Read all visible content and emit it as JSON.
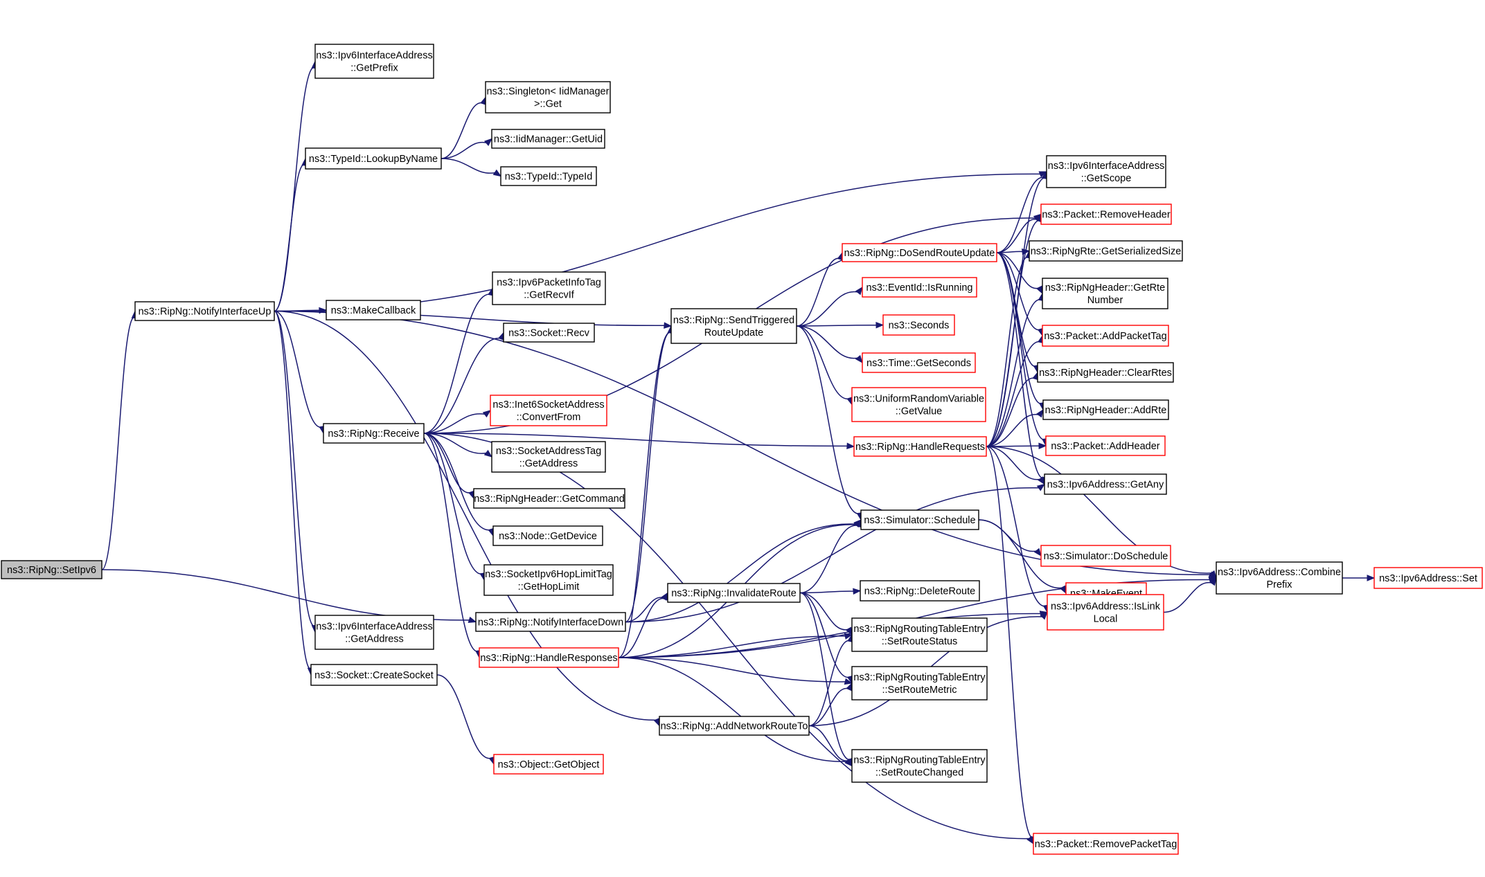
{
  "colors": {
    "edge": "#191970",
    "border_default": "#000000",
    "border_truncated": "#ff0000",
    "root_fill": "#bfbfbf",
    "node_fill": "#ffffff"
  },
  "nodes": [
    {
      "id": "setipv6",
      "lines": [
        "ns3::RipNg::SetIpv6"
      ],
      "style": "root"
    },
    {
      "id": "notifyup",
      "lines": [
        "ns3::RipNg::NotifyInterfaceUp"
      ],
      "style": "normal"
    },
    {
      "id": "ifaddr_getprefix",
      "lines": [
        "ns3::Ipv6InterfaceAddress",
        "::GetPrefix"
      ],
      "style": "normal"
    },
    {
      "id": "singleton_get",
      "lines": [
        "ns3::Singleton< IidManager",
        ">::Get"
      ],
      "style": "normal"
    },
    {
      "id": "lookupbyname",
      "lines": [
        "ns3::TypeId::LookupByName"
      ],
      "style": "normal"
    },
    {
      "id": "iid_getuid",
      "lines": [
        "ns3::IidManager::GetUid"
      ],
      "style": "normal"
    },
    {
      "id": "typeid_typeid",
      "lines": [
        "ns3::TypeId::TypeId"
      ],
      "style": "normal"
    },
    {
      "id": "makecallback",
      "lines": [
        "ns3::MakeCallback"
      ],
      "style": "normal"
    },
    {
      "id": "receive",
      "lines": [
        "ns3::RipNg::Receive"
      ],
      "style": "normal"
    },
    {
      "id": "pkttag_getrecvif",
      "lines": [
        "ns3::Ipv6PacketInfoTag",
        "::GetRecvIf"
      ],
      "style": "normal"
    },
    {
      "id": "socket_recv",
      "lines": [
        "ns3::Socket::Recv"
      ],
      "style": "normal"
    },
    {
      "id": "inet6_convertfrom",
      "lines": [
        "ns3::Inet6SocketAddress",
        "::ConvertFrom"
      ],
      "style": "truncated"
    },
    {
      "id": "sockaddrtag_getaddr",
      "lines": [
        "ns3::SocketAddressTag",
        "::GetAddress"
      ],
      "style": "normal"
    },
    {
      "id": "hdr_getcommand",
      "lines": [
        "ns3::RipNgHeader::GetCommand"
      ],
      "style": "normal"
    },
    {
      "id": "node_getdevice",
      "lines": [
        "ns3::Node::GetDevice"
      ],
      "style": "normal"
    },
    {
      "id": "hoplimit_get",
      "lines": [
        "ns3::SocketIpv6HopLimitTag",
        "::GetHopLimit"
      ],
      "style": "normal"
    },
    {
      "id": "notifydown",
      "lines": [
        "ns3::RipNg::NotifyInterfaceDown"
      ],
      "style": "normal"
    },
    {
      "id": "handleresponses",
      "lines": [
        "ns3::RipNg::HandleResponses"
      ],
      "style": "truncated"
    },
    {
      "id": "ifaddr_getaddress",
      "lines": [
        "ns3::Ipv6InterfaceAddress",
        "::GetAddress"
      ],
      "style": "normal"
    },
    {
      "id": "createsocket",
      "lines": [
        "ns3::Socket::CreateSocket"
      ],
      "style": "normal"
    },
    {
      "id": "object_getobject",
      "lines": [
        "ns3::Object::GetObject"
      ],
      "style": "truncated"
    },
    {
      "id": "sendtriggered",
      "lines": [
        "ns3::RipNg::SendTriggered",
        "RouteUpdate"
      ],
      "style": "normal"
    },
    {
      "id": "invalidateroute",
      "lines": [
        "ns3::RipNg::InvalidateRoute"
      ],
      "style": "normal"
    },
    {
      "id": "addnetworkroute",
      "lines": [
        "ns3::RipNg::AddNetworkRouteTo"
      ],
      "style": "normal"
    },
    {
      "id": "dosendrouteupdate",
      "lines": [
        "ns3::RipNg::DoSendRouteUpdate"
      ],
      "style": "truncated"
    },
    {
      "id": "eventid_isrunning",
      "lines": [
        "ns3::EventId::IsRunning"
      ],
      "style": "truncated"
    },
    {
      "id": "seconds",
      "lines": [
        "ns3::Seconds"
      ],
      "style": "truncated"
    },
    {
      "id": "time_getseconds",
      "lines": [
        "ns3::Time::GetSeconds"
      ],
      "style": "truncated"
    },
    {
      "id": "urv_getvalue",
      "lines": [
        "ns3::UniformRandomVariable",
        "::GetValue"
      ],
      "style": "truncated"
    },
    {
      "id": "handlerequests",
      "lines": [
        "ns3::RipNg::HandleRequests"
      ],
      "style": "truncated"
    },
    {
      "id": "sim_schedule",
      "lines": [
        "ns3::Simulator::Schedule"
      ],
      "style": "normal"
    },
    {
      "id": "deleteroute",
      "lines": [
        "ns3::RipNg::DeleteRoute"
      ],
      "style": "normal"
    },
    {
      "id": "setroutestatus",
      "lines": [
        "ns3::RipNgRoutingTableEntry",
        "::SetRouteStatus"
      ],
      "style": "normal"
    },
    {
      "id": "setroutemetric",
      "lines": [
        "ns3::RipNgRoutingTableEntry",
        "::SetRouteMetric"
      ],
      "style": "normal"
    },
    {
      "id": "setroutechanged",
      "lines": [
        "ns3::RipNgRoutingTableEntry",
        "::SetRouteChanged"
      ],
      "style": "normal"
    },
    {
      "id": "ifaddr_getscope",
      "lines": [
        "ns3::Ipv6InterfaceAddress",
        "::GetScope"
      ],
      "style": "normal"
    },
    {
      "id": "pkt_removeheader",
      "lines": [
        "ns3::Packet::RemoveHeader"
      ],
      "style": "truncated"
    },
    {
      "id": "rte_getserializedsize",
      "lines": [
        "ns3::RipNgRte::GetSerializedSize"
      ],
      "style": "normal"
    },
    {
      "id": "hdr_getrtenumber",
      "lines": [
        "ns3::RipNgHeader::GetRte",
        "Number"
      ],
      "style": "normal"
    },
    {
      "id": "pkt_addpackettag",
      "lines": [
        "ns3::Packet::AddPacketTag"
      ],
      "style": "truncated"
    },
    {
      "id": "hdr_clearrtes",
      "lines": [
        "ns3::RipNgHeader::ClearRtes"
      ],
      "style": "normal"
    },
    {
      "id": "hdr_addrte",
      "lines": [
        "ns3::RipNgHeader::AddRte"
      ],
      "style": "normal"
    },
    {
      "id": "pkt_addheader",
      "lines": [
        "ns3::Packet::AddHeader"
      ],
      "style": "truncated"
    },
    {
      "id": "addr_getany",
      "lines": [
        "ns3::Ipv6Address::GetAny"
      ],
      "style": "normal"
    },
    {
      "id": "sim_doschedule",
      "lines": [
        "ns3::Simulator::DoSchedule"
      ],
      "style": "truncated"
    },
    {
      "id": "makeevent",
      "lines": [
        "ns3::MakeEvent"
      ],
      "style": "truncated"
    },
    {
      "id": "addr_islinklocal",
      "lines": [
        "ns3::Ipv6Address::IsLink",
        "Local"
      ],
      "style": "truncated"
    },
    {
      "id": "pkt_removepackettag",
      "lines": [
        "ns3::Packet::RemovePacketTag"
      ],
      "style": "truncated"
    },
    {
      "id": "addr_combineprefix",
      "lines": [
        "ns3::Ipv6Address::Combine",
        "Prefix"
      ],
      "style": "normal"
    },
    {
      "id": "addr_set",
      "lines": [
        "ns3::Ipv6Address::Set"
      ],
      "style": "truncated"
    }
  ],
  "edges": [
    [
      "setipv6",
      "notifyup"
    ],
    [
      "setipv6",
      "notifydown"
    ],
    [
      "notifyup",
      "ifaddr_getprefix"
    ],
    [
      "notifyup",
      "lookupbyname"
    ],
    [
      "notifyup",
      "makecallback"
    ],
    [
      "notifyup",
      "receive"
    ],
    [
      "notifyup",
      "ifaddr_getaddress"
    ],
    [
      "notifyup",
      "createsocket"
    ],
    [
      "notifyup",
      "sendtriggered"
    ],
    [
      "notifyup",
      "addnetworkroute"
    ],
    [
      "notifyup",
      "ifaddr_getscope"
    ],
    [
      "notifyup",
      "addr_combineprefix"
    ],
    [
      "lookupbyname",
      "singleton_get"
    ],
    [
      "lookupbyname",
      "iid_getuid"
    ],
    [
      "lookupbyname",
      "typeid_typeid"
    ],
    [
      "receive",
      "pkttag_getrecvif"
    ],
    [
      "receive",
      "socket_recv"
    ],
    [
      "receive",
      "inet6_convertfrom"
    ],
    [
      "receive",
      "sockaddrtag_getaddr"
    ],
    [
      "receive",
      "hdr_getcommand"
    ],
    [
      "receive",
      "node_getdevice"
    ],
    [
      "receive",
      "hoplimit_get"
    ],
    [
      "receive",
      "handleresponses"
    ],
    [
      "receive",
      "handlerequests"
    ],
    [
      "receive",
      "pkt_removeheader"
    ],
    [
      "receive",
      "pkt_removepackettag"
    ],
    [
      "createsocket",
      "object_getobject"
    ],
    [
      "notifydown",
      "sendtriggered"
    ],
    [
      "notifydown",
      "invalidateroute"
    ],
    [
      "notifydown",
      "sim_schedule"
    ],
    [
      "notifydown",
      "addr_getany"
    ],
    [
      "handleresponses",
      "sendtriggered"
    ],
    [
      "handleresponses",
      "invalidateroute"
    ],
    [
      "handleresponses",
      "setroutestatus"
    ],
    [
      "handleresponses",
      "setroutemetric"
    ],
    [
      "handleresponses",
      "setroutechanged"
    ],
    [
      "handleresponses",
      "sim_schedule"
    ],
    [
      "handleresponses",
      "addr_islinklocal"
    ],
    [
      "handleresponses",
      "addr_combineprefix"
    ],
    [
      "sendtriggered",
      "dosendrouteupdate"
    ],
    [
      "sendtriggered",
      "eventid_isrunning"
    ],
    [
      "sendtriggered",
      "seconds"
    ],
    [
      "sendtriggered",
      "time_getseconds"
    ],
    [
      "sendtriggered",
      "urv_getvalue"
    ],
    [
      "sendtriggered",
      "sim_schedule"
    ],
    [
      "invalidateroute",
      "sim_schedule"
    ],
    [
      "invalidateroute",
      "deleteroute"
    ],
    [
      "invalidateroute",
      "setroutestatus"
    ],
    [
      "invalidateroute",
      "setroutemetric"
    ],
    [
      "invalidateroute",
      "setroutechanged"
    ],
    [
      "addnetworkroute",
      "setroutestatus"
    ],
    [
      "addnetworkroute",
      "setroutemetric"
    ],
    [
      "addnetworkroute",
      "setroutechanged"
    ],
    [
      "addnetworkroute",
      "addr_islinklocal"
    ],
    [
      "dosendrouteupdate",
      "ifaddr_getscope"
    ],
    [
      "dosendrouteupdate",
      "pkt_removeheader"
    ],
    [
      "dosendrouteupdate",
      "rte_getserializedsize"
    ],
    [
      "dosendrouteupdate",
      "hdr_getrtenumber"
    ],
    [
      "dosendrouteupdate",
      "pkt_addpackettag"
    ],
    [
      "dosendrouteupdate",
      "hdr_clearrtes"
    ],
    [
      "dosendrouteupdate",
      "hdr_addrte"
    ],
    [
      "dosendrouteupdate",
      "pkt_addheader"
    ],
    [
      "dosendrouteupdate",
      "addr_getany"
    ],
    [
      "handlerequests",
      "ifaddr_getscope"
    ],
    [
      "handlerequests",
      "pkt_removeheader"
    ],
    [
      "handlerequests",
      "rte_getserializedsize"
    ],
    [
      "handlerequests",
      "hdr_getrtenumber"
    ],
    [
      "handlerequests",
      "pkt_addpackettag"
    ],
    [
      "handlerequests",
      "hdr_clearrtes"
    ],
    [
      "handlerequests",
      "hdr_addrte"
    ],
    [
      "handlerequests",
      "pkt_addheader"
    ],
    [
      "handlerequests",
      "addr_getany"
    ],
    [
      "handlerequests",
      "addr_islinklocal"
    ],
    [
      "handlerequests",
      "addr_combineprefix"
    ],
    [
      "handlerequests",
      "pkt_removepackettag"
    ],
    [
      "sim_schedule",
      "sim_doschedule"
    ],
    [
      "sim_schedule",
      "makeevent"
    ],
    [
      "addr_islinklocal",
      "addr_combineprefix"
    ],
    [
      "addr_combineprefix",
      "addr_set"
    ]
  ]
}
